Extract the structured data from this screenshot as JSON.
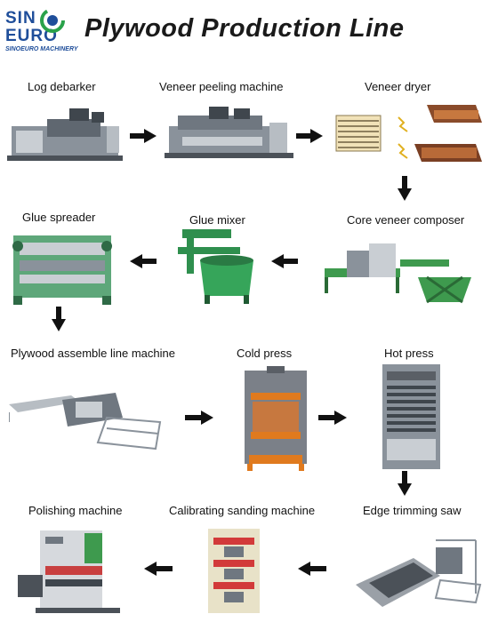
{
  "brand": {
    "logo_top": "SIN",
    "logo_bottom": "EURO",
    "tagline": "SINOEURO MACHINERY",
    "colors": {
      "blue": "#1f4e9a",
      "green": "#2aa24a"
    }
  },
  "title": "Plywood Production Line",
  "steps": [
    {
      "id": "log-debarker",
      "label": "Log debarker"
    },
    {
      "id": "veneer-peeling-machine",
      "label": "Veneer peeling machine"
    },
    {
      "id": "veneer-dryer",
      "label": "Veneer dryer"
    },
    {
      "id": "core-veneer-composer",
      "label": "Core veneer composer"
    },
    {
      "id": "glue-mixer",
      "label": "Glue mixer"
    },
    {
      "id": "glue-spreader",
      "label": "Glue spreader"
    },
    {
      "id": "plywood-assemble-line-machine",
      "label": "Plywood assemble line machine"
    },
    {
      "id": "cold-press",
      "label": "Cold press"
    },
    {
      "id": "hot-press",
      "label": "Hot press"
    },
    {
      "id": "edge-trimming-saw",
      "label": "Edge trimming saw"
    },
    {
      "id": "calibrating-sanding-machine",
      "label": "Calibrating sanding machine"
    },
    {
      "id": "polishing-machine",
      "label": "Polishing machine"
    }
  ],
  "colors": {
    "machine_gray": "#6f7780",
    "machine_light": "#c9ced3",
    "machine_green": "#2f8f4e",
    "press_orange": "#e07a1e",
    "arrow": "#111111"
  }
}
